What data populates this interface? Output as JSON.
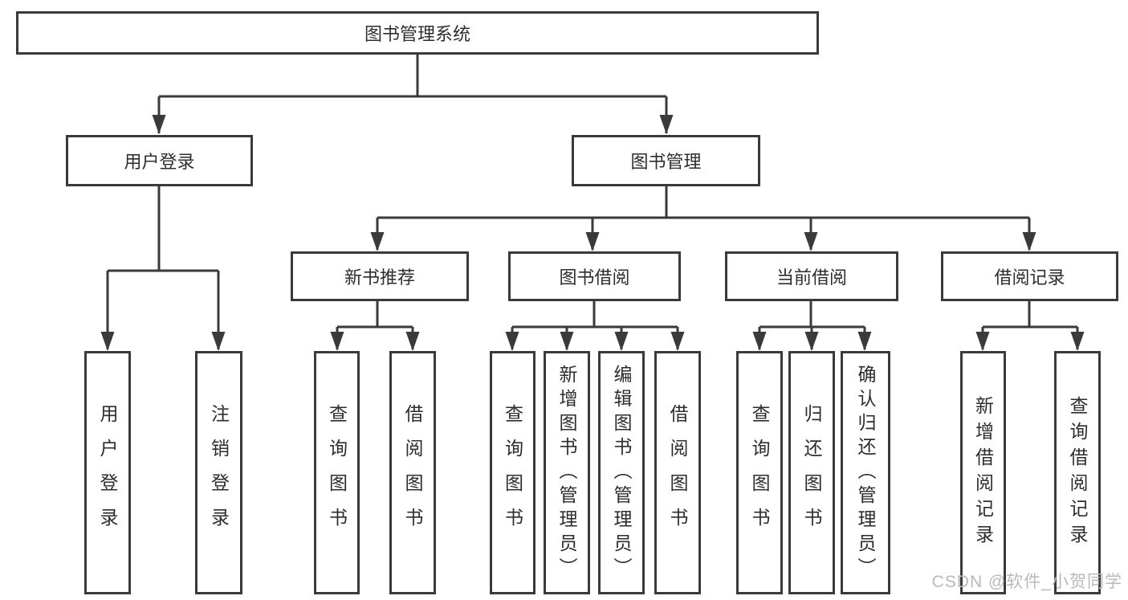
{
  "tree": {
    "root": {
      "label": "图书管理系统",
      "children": [
        {
          "label": "用户登录",
          "children": [
            {
              "label": "用户登录"
            },
            {
              "label": "注销登录"
            }
          ]
        },
        {
          "label": "图书管理",
          "children": [
            {
              "label": "新书推荐",
              "children": [
                {
                  "label": "查询图书"
                },
                {
                  "label": "借阅图书"
                }
              ]
            },
            {
              "label": "图书借阅",
              "children": [
                {
                  "label": "查询图书"
                },
                {
                  "label": "新增图书（管理员）"
                },
                {
                  "label": "编辑图书（管理员）"
                },
                {
                  "label": "借阅图书"
                }
              ]
            },
            {
              "label": "当前借阅",
              "children": [
                {
                  "label": "查询图书"
                },
                {
                  "label": "归还图书"
                },
                {
                  "label": "确认归还（管理员）"
                }
              ]
            },
            {
              "label": "借阅记录",
              "children": [
                {
                  "label": "新增借阅记录"
                },
                {
                  "label": "查询借阅记录"
                }
              ]
            }
          ]
        }
      ]
    }
  },
  "watermark": {
    "text": "CSDN @软件_小贺同学"
  },
  "colors": {
    "line": "#3a3a3a",
    "text": "#2d2d2d",
    "box_fill": "#ffffff",
    "watermark": "#b9b9b9"
  }
}
